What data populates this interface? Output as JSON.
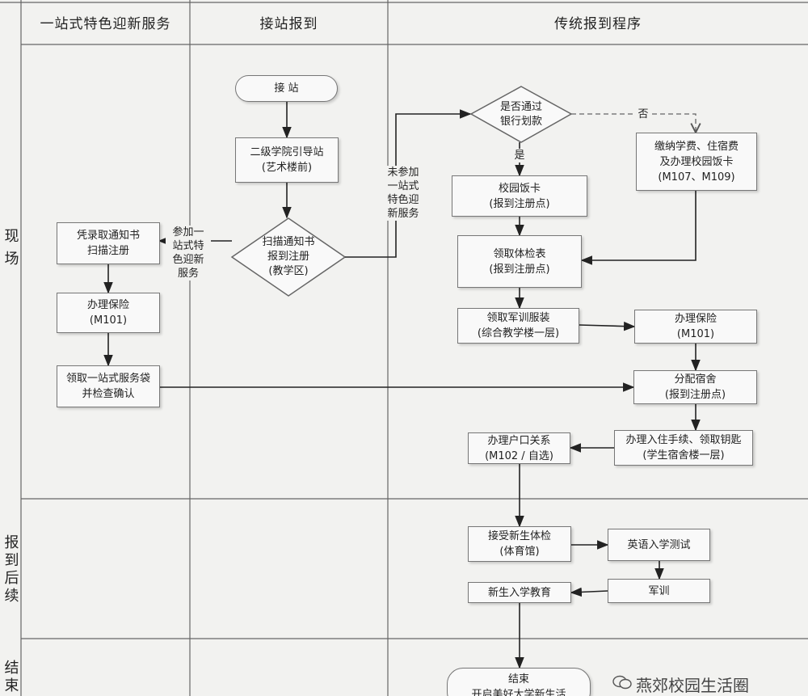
{
  "headers": [
    "一站式特色迎新服务",
    "接站报到",
    "传统报到程序"
  ],
  "lanes": [
    {
      "label": "现场"
    },
    {
      "label": "报到后续"
    },
    {
      "label": "结束"
    }
  ],
  "nodes": {
    "jiezhan": {
      "line1": "接 站"
    },
    "daozhan": {
      "line1": "二级学院引导站",
      "line2": "(艺术楼前)"
    },
    "saomiao": {
      "line1": "扫描通知书",
      "line2": "报到注册",
      "line3": "(教学区)"
    },
    "pingqu": {
      "line1": "凭录取通知书",
      "line2": "扫描注册"
    },
    "baoxian_left": {
      "line1": "办理保险",
      "line2": "(M101)"
    },
    "fuwudai": {
      "line1": "领取一站式服务袋",
      "line2": "并检查确认"
    },
    "yinhang": {
      "line1": "是否通过",
      "line2": "银行划款"
    },
    "jiaona": {
      "line1": "缴纳学费、住宿费",
      "line2": "及办理校园饭卡",
      "line3": "(M107、M109)"
    },
    "fanka": {
      "line1": "校园饭卡",
      "line2": "(报到注册点)"
    },
    "tijianbiao": {
      "line1": "领取体检表",
      "line2": "(报到注册点)"
    },
    "junxun_fuzhuang": {
      "line1": "领取军训服装",
      "line2": "(综合教学楼一层)"
    },
    "baoxian_right": {
      "line1": "办理保险",
      "line2": "(M101)"
    },
    "sushe": {
      "line1": "分配宿舍",
      "line2": "(报到注册点)"
    },
    "ruzhu": {
      "line1": "办理入住手续、领取钥匙",
      "line2": "(学生宿舍楼一层)"
    },
    "hukou": {
      "line1": "办理户口关系",
      "line2": "(M102 / 自选)"
    },
    "tijian": {
      "line1": "接受新生体检",
      "line2": "(体育馆)"
    },
    "yingyu": {
      "line1": "英语入学测试"
    },
    "junxun": {
      "line1": "军训"
    },
    "jiaoyu": {
      "line1": "新生入学教育"
    },
    "jieshu": {
      "line1": "结束",
      "line2": "开启美好大学新生活"
    }
  },
  "edge_labels": {
    "canjia": {
      "line1": "参加一",
      "line2": "站式特",
      "line3": "色迎新",
      "line4": "服务"
    },
    "weicanjia": {
      "line1": "未参加",
      "line2": "一站式",
      "line3": "特色迎",
      "line4": "新服务"
    },
    "shi": "是",
    "fou": "否"
  },
  "watermark": {
    "icon": "wechat-icon",
    "text": "燕郊校园生活圈"
  }
}
